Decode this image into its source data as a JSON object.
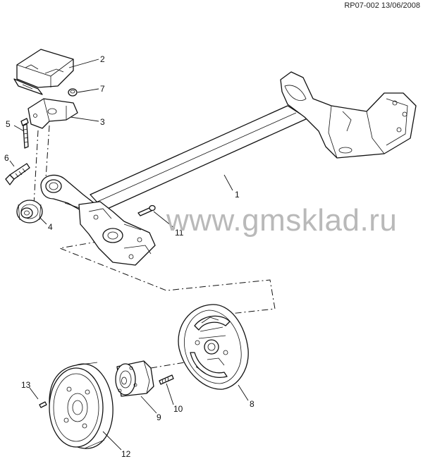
{
  "header": {
    "reference": "RP07-002 13/06/2008"
  },
  "watermark": {
    "text": "www.gmsklad.ru"
  },
  "callouts": {
    "c1": "1",
    "c2": "2",
    "c3": "3",
    "c4": "4",
    "c5": "5",
    "c6": "6",
    "c7": "7",
    "c8": "8",
    "c9": "9",
    "c10": "10",
    "c11": "11",
    "c12": "12",
    "c13": "13"
  }
}
